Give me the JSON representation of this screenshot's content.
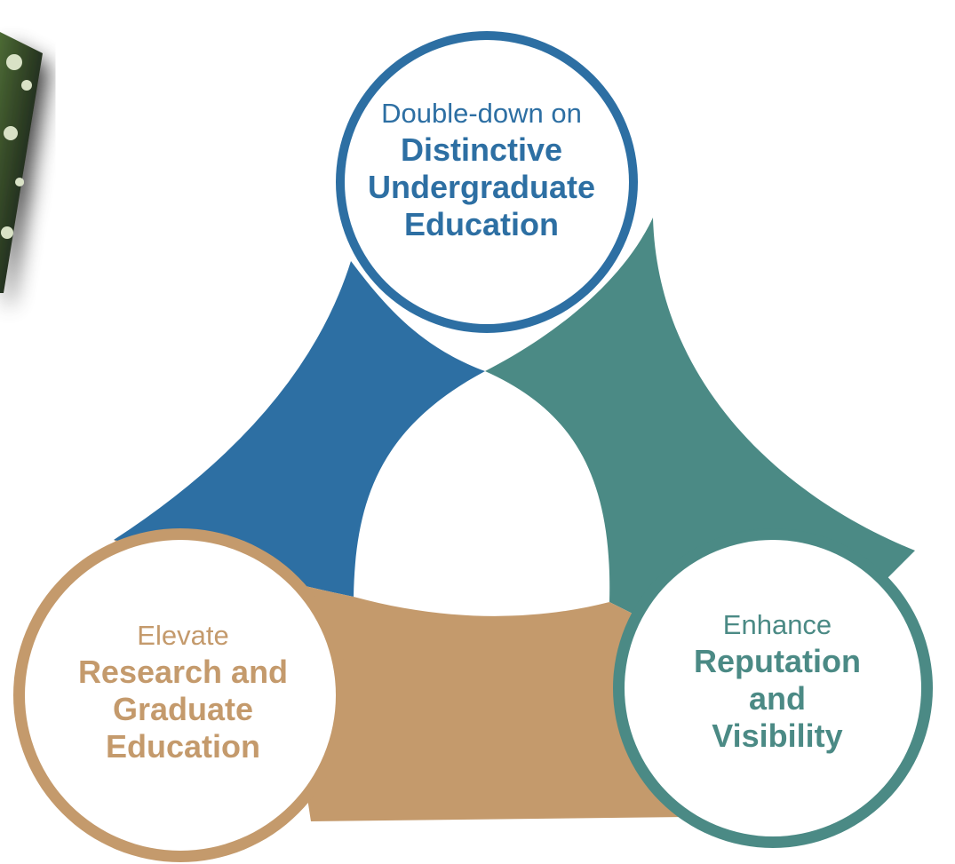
{
  "colors": {
    "blue": "#2d6fa3",
    "teal": "#4b8a85",
    "tan": "#c49a6c",
    "photo_dark": "#24311f",
    "photo_mid": "#4c6a34",
    "photo_light": "#d9e2c6",
    "background": "#ffffff"
  },
  "nodes": {
    "top": {
      "lead": "Double-down on",
      "title_lines": [
        "Distinctive",
        "Undergraduate",
        "Education"
      ]
    },
    "left": {
      "lead": "Elevate",
      "title_lines": [
        "Research and",
        "Graduate",
        "Education"
      ]
    },
    "right": {
      "lead": "Enhance",
      "title_lines": [
        "Reputation",
        "and",
        "Visibility"
      ]
    }
  }
}
